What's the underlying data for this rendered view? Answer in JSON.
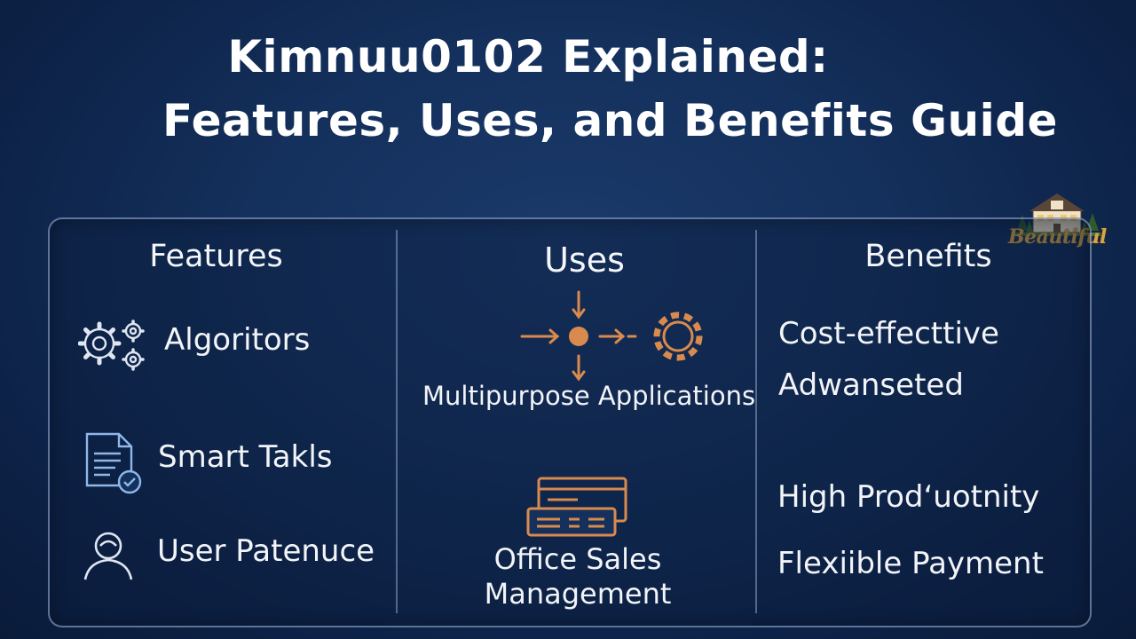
{
  "title": {
    "line1": "Kimnuu0102 Explained:",
    "line2": "Features, Uses, and Benefits Guide"
  },
  "columns": {
    "features": {
      "heading": "Features",
      "items": [
        {
          "icon": "gears-icon",
          "label": "Algoritors"
        },
        {
          "icon": "document-check-icon",
          "label": "Smart Takls"
        },
        {
          "icon": "user-icon",
          "label": "User Patenuce"
        }
      ]
    },
    "uses": {
      "heading": "Uses",
      "items": [
        {
          "icon": "flow-gear-icon",
          "label": "Multipurpose Applications"
        },
        {
          "icon": "stacked-windows-icon",
          "label": "Office Sales Management"
        }
      ]
    },
    "benefits": {
      "heading": "Benefits",
      "items": [
        {
          "label": "Cost-effecttive"
        },
        {
          "label": "Adwanseted"
        },
        {
          "label": "High Prodʻuotnity"
        },
        {
          "label": "Flexiible Payment"
        }
      ]
    }
  },
  "logo": {
    "icon": "house-logo-icon",
    "text": "Beautiful"
  },
  "colors": {
    "background": "#14305c",
    "icon_blue": "#8fb7e8",
    "icon_orange": "#d98a4e",
    "logo_gold": "#d6a544"
  }
}
